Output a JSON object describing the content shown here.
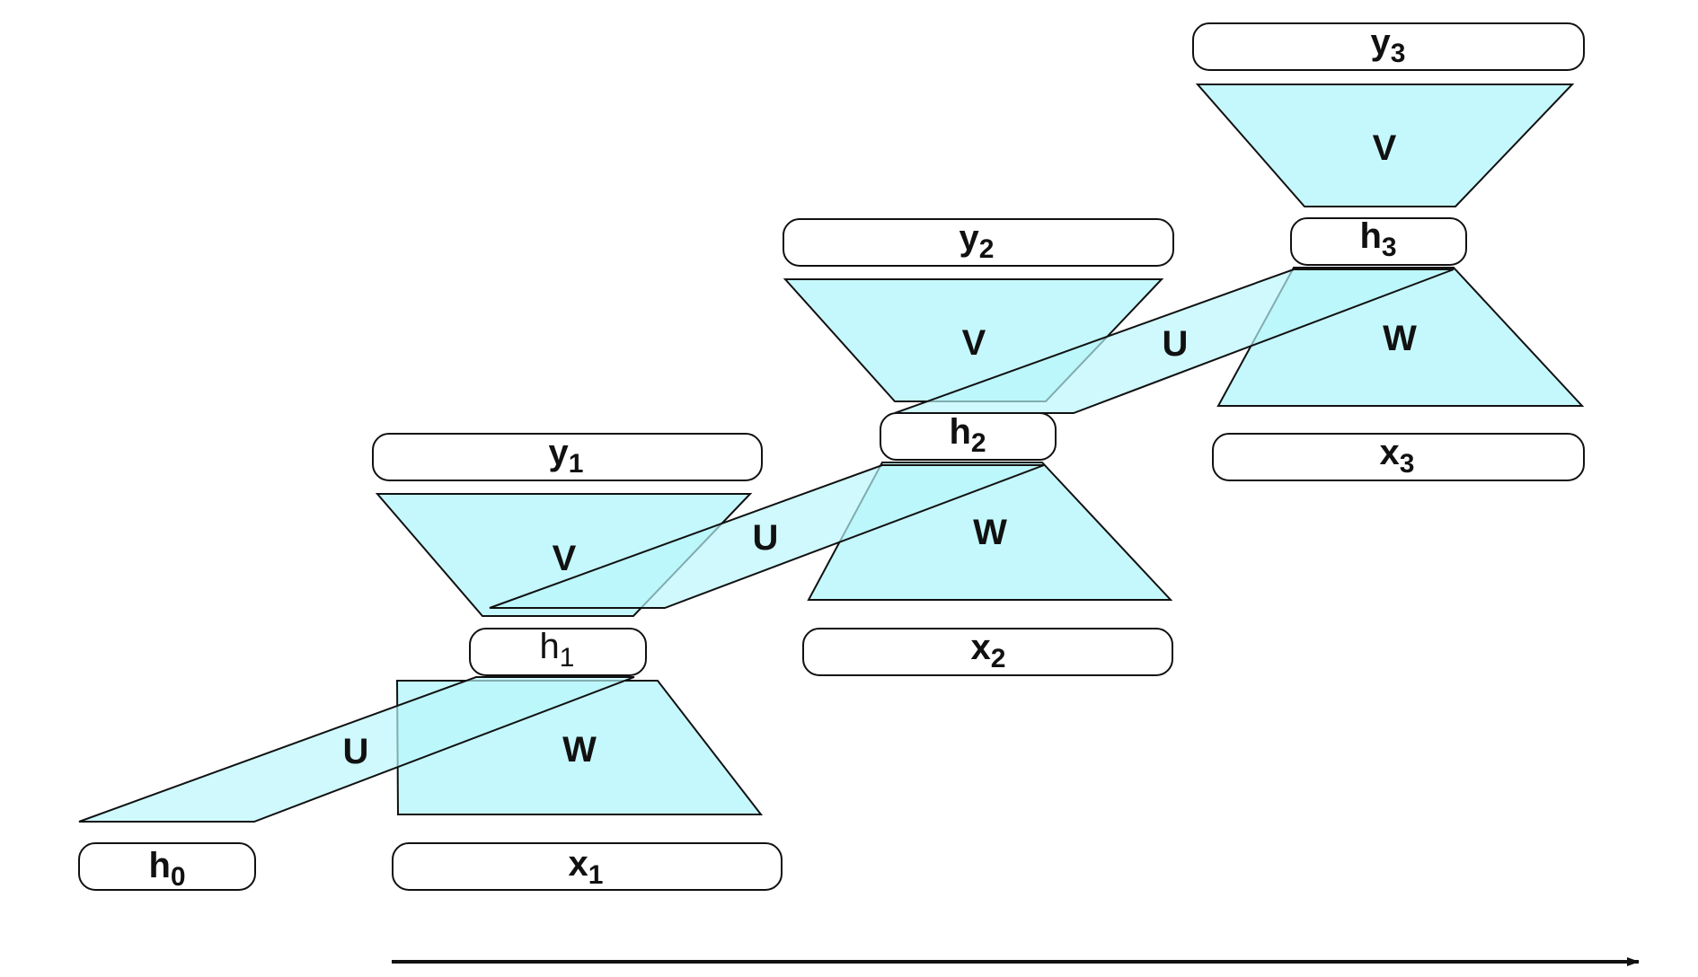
{
  "colors": {
    "fill": "#b8f6fb",
    "stroke": "#111111",
    "background": "#ffffff"
  },
  "nodes": {
    "h0": {
      "main": "h",
      "sub": "0"
    },
    "x1": {
      "main": "x",
      "sub": "1"
    },
    "h1": {
      "main": "h",
      "sub": "1"
    },
    "y1": {
      "main": "y",
      "sub": "1"
    },
    "x2": {
      "main": "x",
      "sub": "2"
    },
    "h2": {
      "main": "h",
      "sub": "2"
    },
    "y2": {
      "main": "y",
      "sub": "2"
    },
    "x3": {
      "main": "x",
      "sub": "3"
    },
    "h3": {
      "main": "h",
      "sub": "3"
    },
    "y3": {
      "main": "y",
      "sub": "3"
    }
  },
  "weights": {
    "U": "U",
    "V": "V",
    "W": "W"
  }
}
